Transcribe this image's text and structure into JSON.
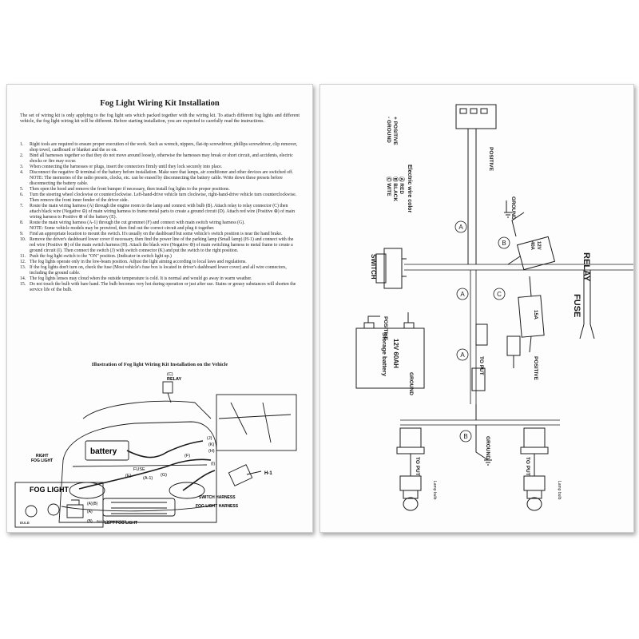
{
  "document": {
    "title": "Fog Light Wiring Kit Installation",
    "intro": "The set of wiring kit is only applying to the fog light sets which packed together with the wiring kit. To attach different fog lights and different vehicle, the fog light wiring kit will be different. Before starting installation, you are expected to carefully read the instructions.",
    "steps": [
      {
        "num": "1.",
        "text": "Right tools are required to ensure proper execution of the work. Such as wrench, nippers, flat-tip screwdriver, phillips screwdriver, clip remover, shop towel, cardboard or blanket and the so on."
      },
      {
        "num": "2.",
        "text": "Bind all harnesses together so that they do not move around loosely, otherwise the harnesses may break or short circuit, and accidents, electric shocks or fire may occur."
      },
      {
        "num": "3.",
        "text": "When connecting the harnesses or plugs, insert the connectors firmly until they lock securely into place."
      },
      {
        "num": "4.",
        "text": "Disconnect the negative ⊖ terminal of the battery before installation. Make sure that lamps, air conditioner and other devices are switched off."
      },
      {
        "num": "",
        "text": "NOTE: The memories of the radio presets, clocks, etc. can be erased by disconnecting the battery cable. Write down these presets before disconnecting the battery cable."
      },
      {
        "num": "5.",
        "text": "Then open the hood and remove the front bumper if necessary, then install fog lights to the proper positions."
      },
      {
        "num": "6.",
        "text": "Turn the steering wheel clockwise or counterclockwise. Left-hand-drive vehicle turn clockwise, right-hand-drive vehicle turn counterclockwise. Then remove the front inner fender of the driver side."
      },
      {
        "num": "7.",
        "text": "Route the main wiring harness (A) through the engine room to the lamp and connect with bulb (B). Attach relay to relay connector (C) then attach black wire (Negative ⊖) of main wiring harness to frame metal parts to create a ground circuit (D). Attach red wire (Positive ⊕) of main wiring harness to Positive ⊕ of the battery (E)."
      },
      {
        "num": "8.",
        "text": "Route the main wiring harness (A-1) through the cut grommet (F) and connect with main switch wiring harness (G)."
      },
      {
        "num": "",
        "text": "NOTE: Some vehicle models may be prowired, then find out the correct circuit and plug it together."
      },
      {
        "num": "9.",
        "text": "Find an appropriate location to mount the switch. It's usually on the dashboard but some vehicle's switch position is near the hand brake."
      },
      {
        "num": "10.",
        "text": "Remove the driver's dashboard lower cover if necessary, then find the power line of the parking lamp (Small lamp) (H-1) and connect with the red wire (Positive ⊕) of the main switch harness (H). Attach the black wire (Negative ⊖) of main switching harness to metal frame to create a ground circuit (I). Then connect the switch (J) with switch connector (K) and put the switch to the right position."
      },
      {
        "num": "11.",
        "text": "Push the fog light switch to the \"ON\" position. (Indicator in switch light up.)"
      },
      {
        "num": "12.",
        "text": "The fog lights operate only in the low-beam position. Adjust the light aiming according to local laws and regulations."
      },
      {
        "num": "13.",
        "text": "If the fog lights don't turn on, check the fuse (Most vehicle's fuse box is located in driver's dashboard lower cover) and all wire connectors, including the ground cable."
      },
      {
        "num": "14.",
        "text": "The fog lights lenses may cloud when the outside temperature is cold. It is normal and would go away in warm weather."
      },
      {
        "num": "15.",
        "text": "Do not touch the bulb with bare hand. The bulb becomes very hot during operation or just after use. Stains or greasy substances will shorten the service life of the bulb."
      }
    ],
    "illustration_title": "Illustration of Fog light Wiring Kit Installation on the Vehicle",
    "illustration_labels": {
      "relay": "(C)\nRELAY",
      "relay_c": "(C)",
      "relay_word": "RELAY",
      "battery": "battery",
      "fuse": "FUSE",
      "e": "(E)",
      "a1": "(A-1)",
      "g": "(G)",
      "f": "(F)",
      "i": "(I)",
      "j": "(J)",
      "k": "(K)",
      "h": "(H)",
      "h1": "H-1",
      "right_fog": "RIGHT\nFOG LIGHT",
      "right_fog_1": "RIGHT",
      "right_fog_2": "FOG LIGHT",
      "left_fog": "LEFT FOG LIGHT",
      "switch_harness": "SWITCH HARNESS",
      "fog_harness": "FOG LIGHT HARNESS",
      "fog_light_box": "FOG LIGHT",
      "ab": "(A)(B)",
      "a": "(A)",
      "bulb": "BULB",
      "b_connector": "(B)",
      "bulb_connector": "BULB CONNECTOR"
    }
  },
  "diagram": {
    "ground_legend_pos": "+ POSITIVE",
    "ground_legend_neg": "- GROUND",
    "wire_color_title": "Electric wire color",
    "wire_colors": [
      "Ⓐ RED",
      "Ⓑ BLACK",
      "Ⓒ WITE"
    ],
    "relay_label": "RELAY",
    "relay_rating_1": "12V",
    "relay_rating_2": "40A",
    "fuse_label": "FUSE",
    "fuse_rating": "15A",
    "switch_label": "SWITCH",
    "battery_label_1": "12V 60AH",
    "battery_label_2": "Storage battery",
    "positive_top": "POSITIVE",
    "ground_top": "GROUND",
    "positive_mid": "POSITIVE",
    "to_put_mid": "TO PUT",
    "positive_right": "POSITIVE",
    "ground_battery": "GROUND",
    "to_put_left": "TO PUT",
    "to_put_right": "TO PUT",
    "ground_bottom": "GROUND",
    "lamp_bulb_left": "Lamp bulb",
    "lamp_bulb_right": "Lamp bulb",
    "tag_a": "A",
    "tag_b": "B",
    "tag_c": "C"
  },
  "colors": {
    "page_background": "#fdfdfd",
    "ink": "#1a1a1a"
  }
}
